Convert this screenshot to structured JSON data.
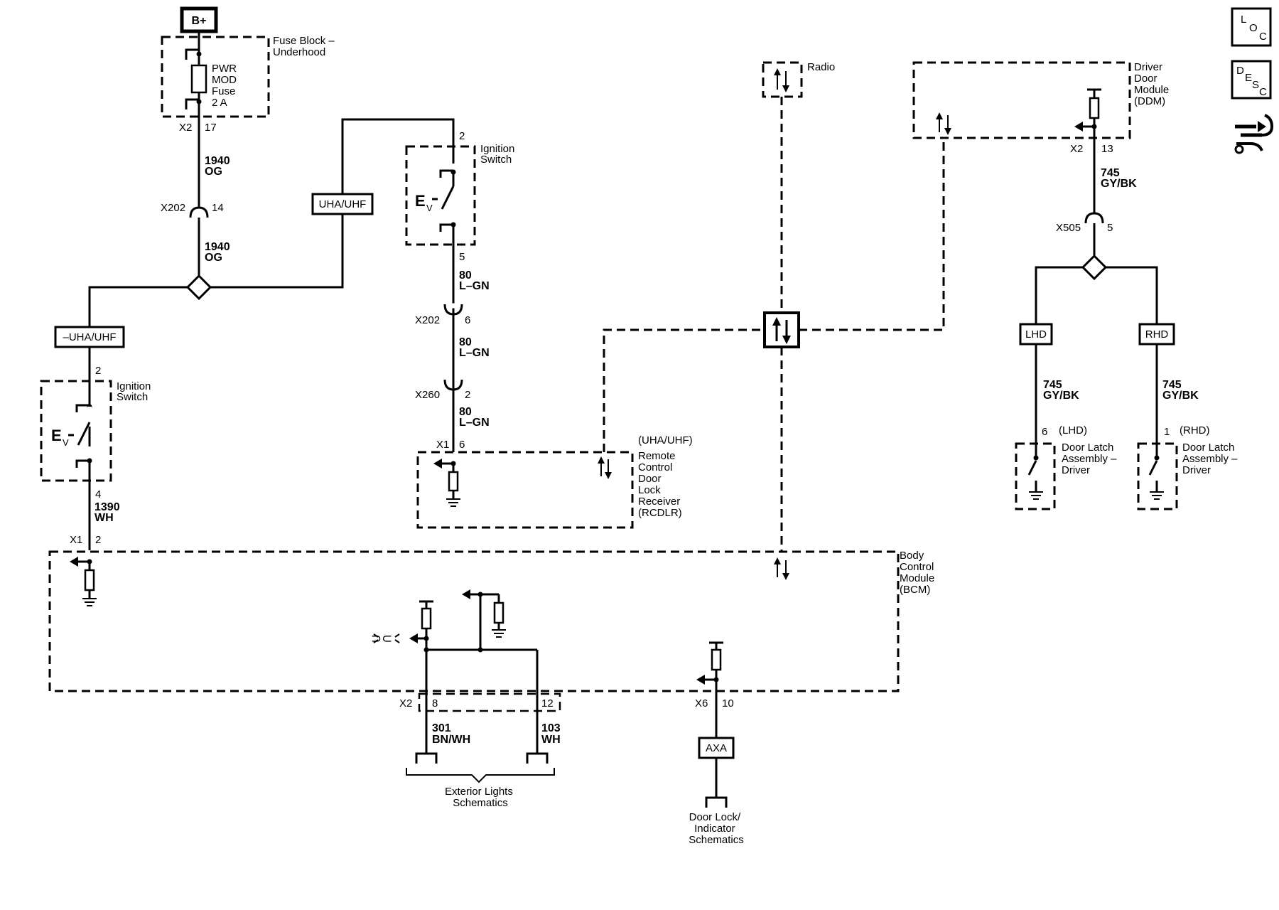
{
  "header": {
    "battery": "B+",
    "icon_loc": [
      "L",
      "O",
      "C"
    ],
    "icon_desc": [
      "D",
      "E",
      "S",
      "C"
    ]
  },
  "fuse_block": {
    "name": [
      "Fuse Block –",
      "Underhood"
    ],
    "fuse": [
      "PWR",
      "MOD",
      "Fuse",
      "2 A"
    ],
    "connector": "X2",
    "pin": "17"
  },
  "wires": {
    "w1940_a": [
      "1940",
      "OG"
    ],
    "x202_left": {
      "connector": "X202",
      "pin": "14"
    },
    "w1940_b": [
      "1940",
      "OG"
    ],
    "uha_label": "UHA/UHF",
    "not_uha_label": "–UHA/UHF",
    "w1390": [
      "1390",
      "WH"
    ],
    "w80_a": [
      "80",
      "L–GN"
    ],
    "x202_mid": {
      "connector": "X202",
      "pin": "6"
    },
    "w80_b": [
      "80",
      "L–GN"
    ],
    "x260": {
      "connector": "X260",
      "pin": "2"
    },
    "w80_c": [
      "80",
      "L–GN"
    ],
    "w745_a": [
      "745",
      "GY/BK"
    ],
    "x505": {
      "connector": "X505",
      "pin": "5"
    },
    "w745_lhd": [
      "745",
      "GY/BK"
    ],
    "w745_rhd": [
      "745",
      "GY/BK"
    ],
    "w301": [
      "301",
      "BN/WH"
    ],
    "w103": [
      "103",
      "WH"
    ]
  },
  "ignition_left": {
    "name": [
      "Ignition",
      "Switch"
    ],
    "pin_top": "2",
    "pin_bottom": "4",
    "ev": "E",
    "ev_sub": "V"
  },
  "ignition_mid": {
    "name": [
      "Ignition",
      "Switch"
    ],
    "pin_top": "2",
    "pin_bottom": "5",
    "ev": "E",
    "ev_sub": "V"
  },
  "rcdlr": {
    "option": "(UHA/UHF)",
    "name": [
      "Remote",
      "Control",
      "Door",
      "Lock",
      "Receiver",
      "(RCDLR)"
    ],
    "connector": "X1",
    "pin": "6"
  },
  "radio": {
    "name": "Radio"
  },
  "ddm": {
    "name": [
      "Driver",
      "Door",
      "Module",
      "(DDM)"
    ],
    "connector": "X2",
    "pin": "13"
  },
  "bcm": {
    "name": [
      "Body",
      "Control",
      "Module",
      "(BCM)"
    ],
    "x1": {
      "connector": "X1",
      "pin": "2"
    },
    "x2": {
      "connector": "X2",
      "pin_a": "8",
      "pin_b": "12"
    },
    "x6": {
      "connector": "X6",
      "pin": "10"
    }
  },
  "latch_lhd": {
    "tag": "LHD",
    "option": "(LHD)",
    "pin": "6",
    "name": [
      "Door Latch",
      "Assembly –",
      "Driver"
    ]
  },
  "latch_rhd": {
    "tag": "RHD",
    "option": "(RHD)",
    "pin": "1",
    "name": [
      "Door Latch",
      "Assembly –",
      "Driver"
    ]
  },
  "references": {
    "exterior_lights": [
      "Exterior Lights",
      "Schematics"
    ],
    "axa": "AXA",
    "door_lock": [
      "Door Lock/",
      "Indicator",
      "Schematics"
    ]
  }
}
